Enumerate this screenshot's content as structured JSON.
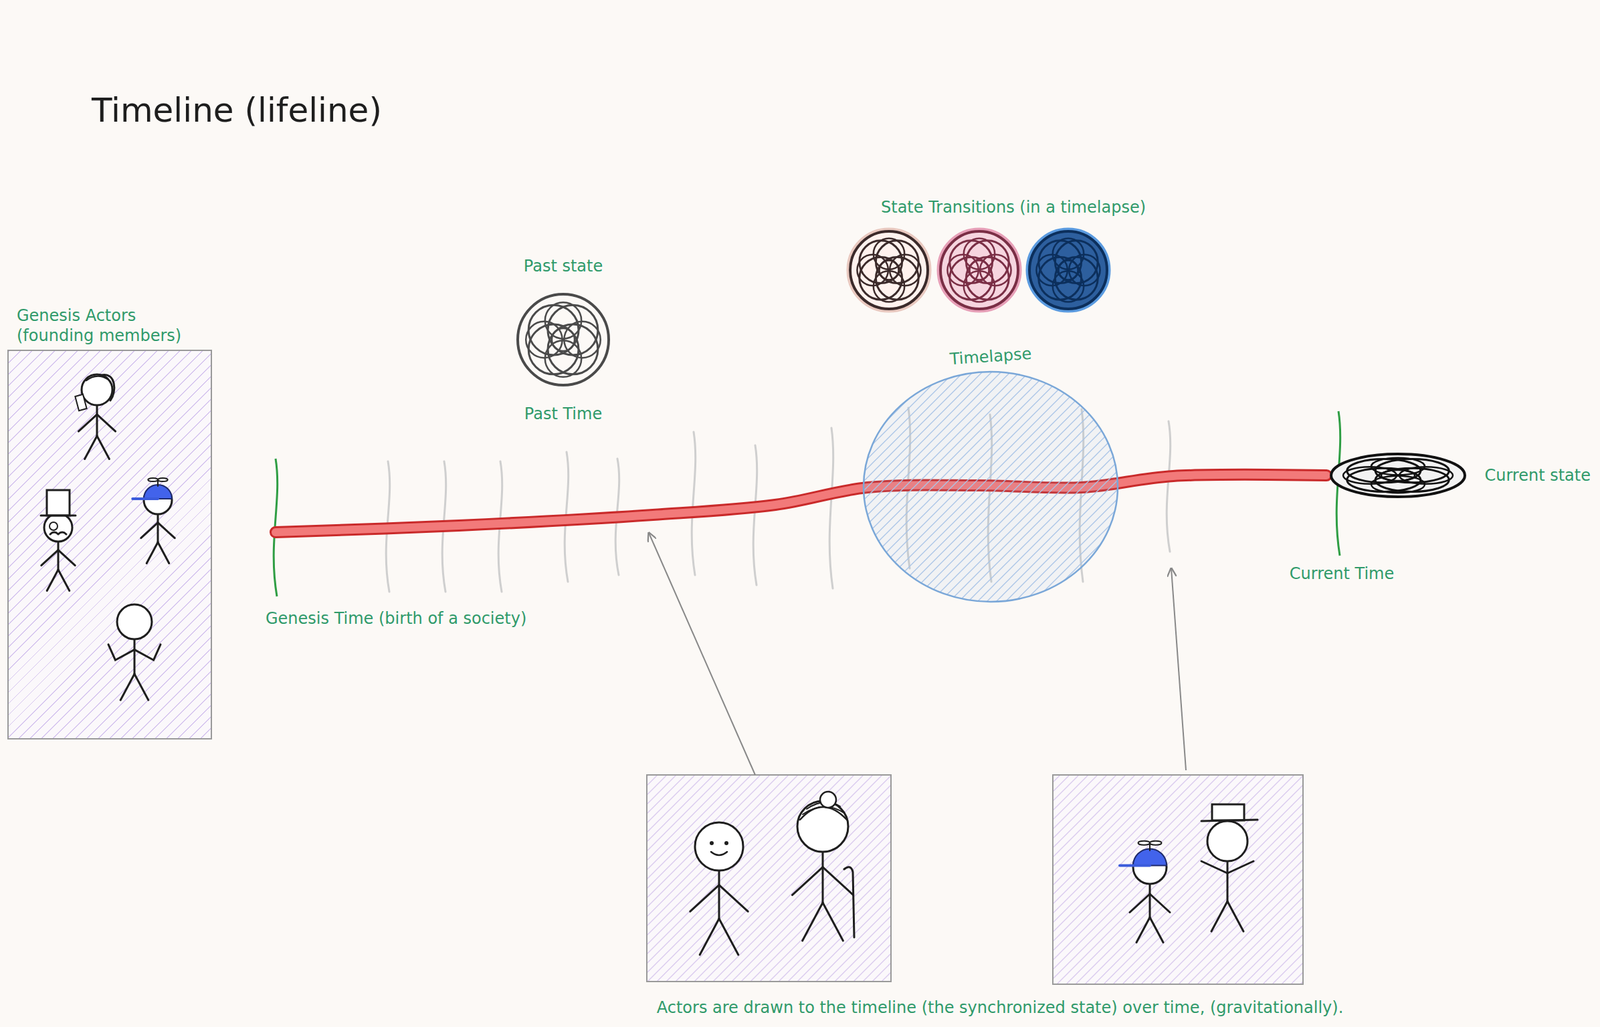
{
  "diagram": {
    "title": "Timeline (lifeline)",
    "caption": "Actors are drawn to the timeline (the synchronized state) over time, (gravitationally).",
    "nodes": [
      {
        "text": [
          "Genesis Actors (founding members)"
        ]
      },
      {
        "text": [
          "Timelapse"
        ]
      }
    ],
    "labels": [
      "State Transitions (in a timelapse)",
      "Past state",
      "Past Time",
      "Current state",
      "Genesis Time (birth of a society)",
      "Current Time"
    ]
  }
}
